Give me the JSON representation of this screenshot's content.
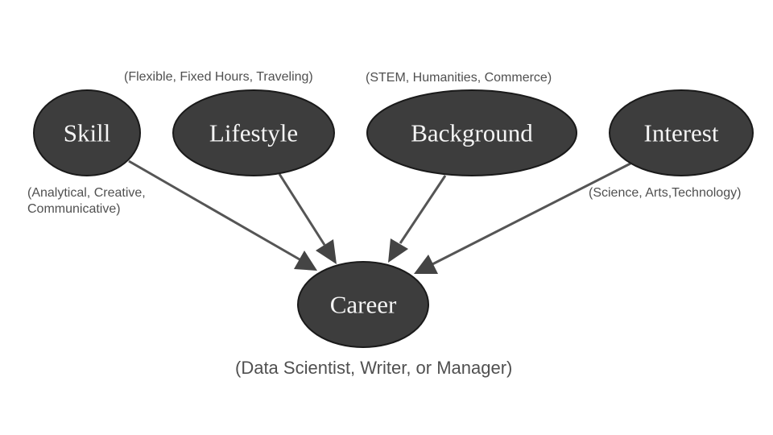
{
  "nodes": {
    "skill": "Skill",
    "lifestyle": "Lifestyle",
    "background": "Background",
    "interest": "Interest",
    "career": "Career"
  },
  "annotations": {
    "lifestyle": "(Flexible, Fixed Hours, Traveling)",
    "background": "(STEM, Humanities, Commerce)",
    "skill_line1": "(Analytical, Creative,",
    "skill_line2": "Communicative)",
    "interest": "(Science, Arts,Technology)",
    "career": "(Data Scientist, Writer, or Manager)"
  },
  "edges": [
    {
      "from": "Skill",
      "to": "Career"
    },
    {
      "from": "Lifestyle",
      "to": "Career"
    },
    {
      "from": "Background",
      "to": "Career"
    },
    {
      "from": "Interest",
      "to": "Career"
    }
  ],
  "colors": {
    "node_fill": "#3d3d3d",
    "node_text": "#f4f4f4",
    "edge": "#555555",
    "annotation_text": "#505050"
  }
}
